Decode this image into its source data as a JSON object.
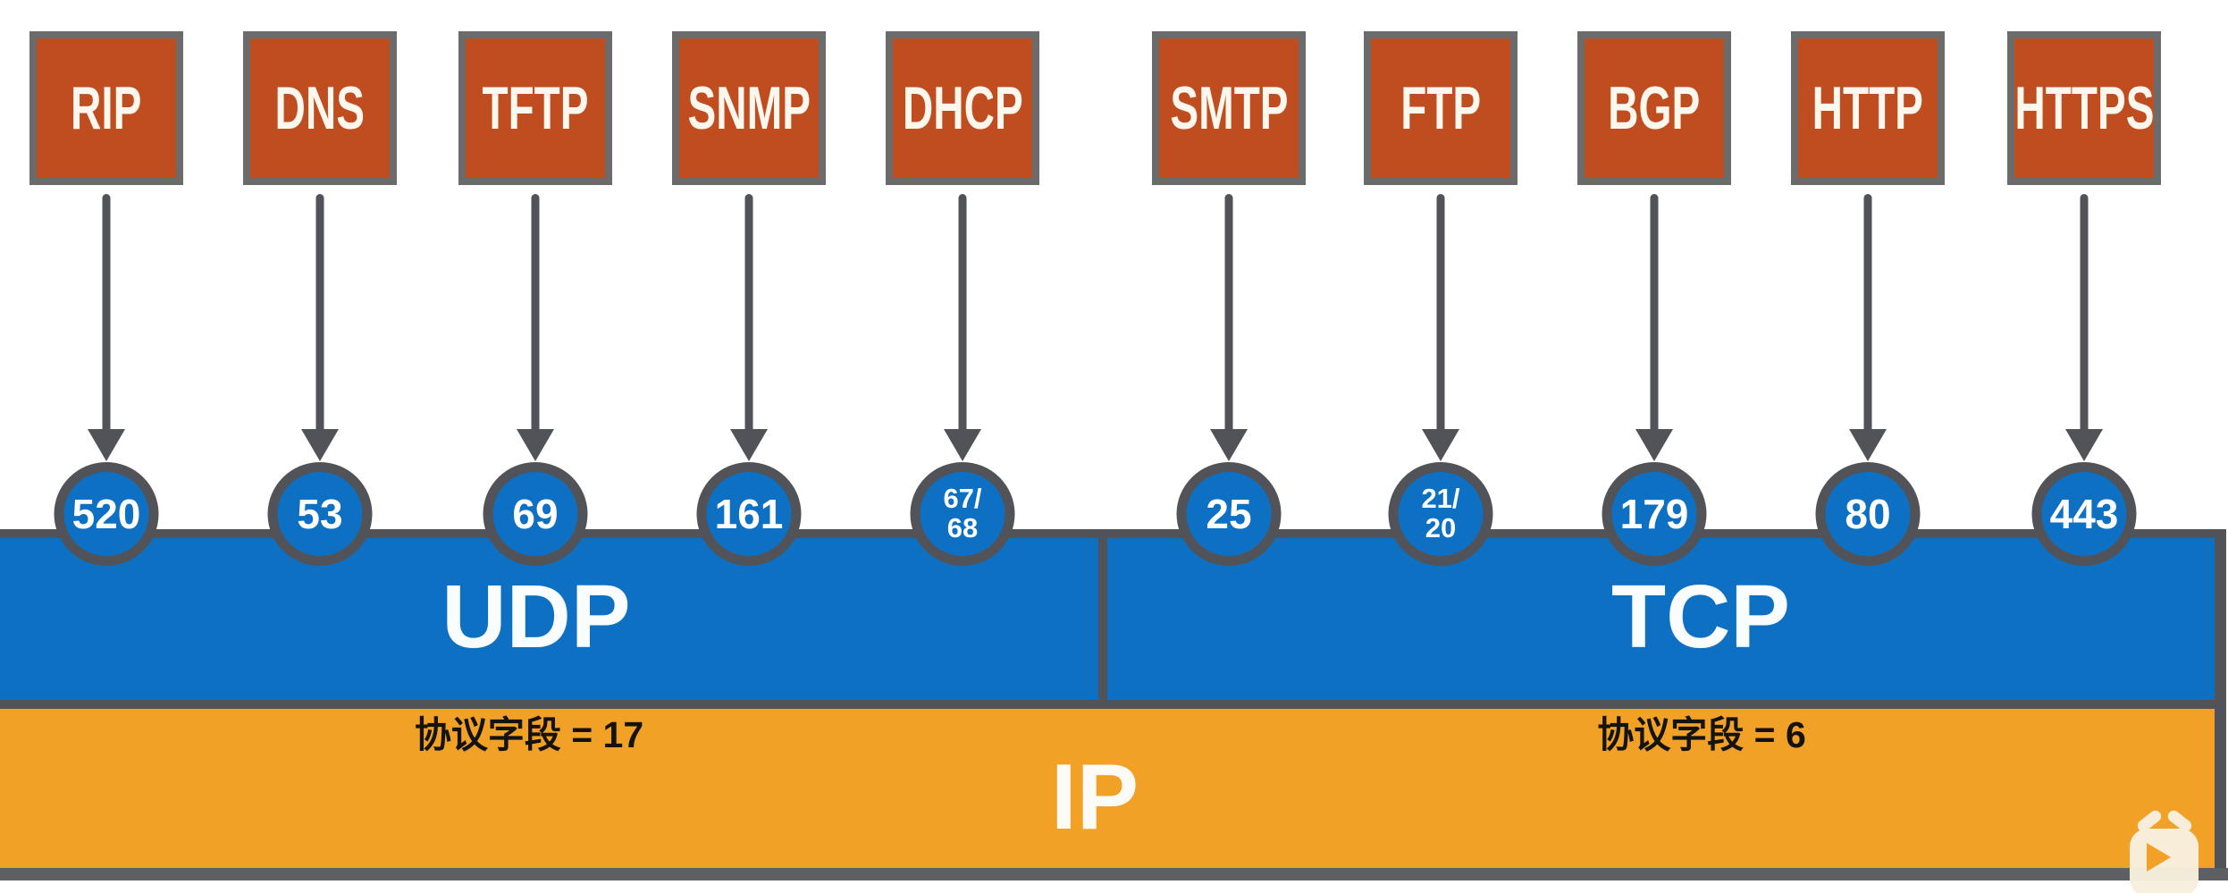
{
  "diagram": {
    "protocols": [
      {
        "name": "RIP",
        "port": "520",
        "transport": "UDP"
      },
      {
        "name": "DNS",
        "port": "53",
        "transport": "UDP"
      },
      {
        "name": "TFTP",
        "port": "69",
        "transport": "UDP"
      },
      {
        "name": "SNMP",
        "port": "161",
        "transport": "UDP"
      },
      {
        "name": "DHCP",
        "port": "67/68",
        "transport": "UDP"
      },
      {
        "name": "SMTP",
        "port": "25",
        "transport": "TCP"
      },
      {
        "name": "FTP",
        "port": "21/20",
        "transport": "TCP"
      },
      {
        "name": "BGP",
        "port": "179",
        "transport": "TCP"
      },
      {
        "name": "HTTP",
        "port": "80",
        "transport": "TCP"
      },
      {
        "name": "HTTPS",
        "port": "443",
        "transport": "TCP"
      }
    ],
    "transport": {
      "udp": {
        "label": "UDP",
        "protocol_field": "协议字段 = 17"
      },
      "tcp": {
        "label": "TCP",
        "protocol_field": "协议字段 = 6"
      }
    },
    "network": {
      "label": "IP"
    }
  },
  "icons": {
    "watermark": "bilibili-tv-play-icon"
  },
  "colors": {
    "protocol_box_fill": "#bf4d20",
    "protocol_box_border": "#6b6b6b",
    "line_gray": "#515358",
    "transport_blue": "#0d70c3",
    "ip_orange": "#f0a126",
    "label_white": "#ffffff",
    "field_text_black": "#151310",
    "watermark_cream": "#f7f0de"
  }
}
